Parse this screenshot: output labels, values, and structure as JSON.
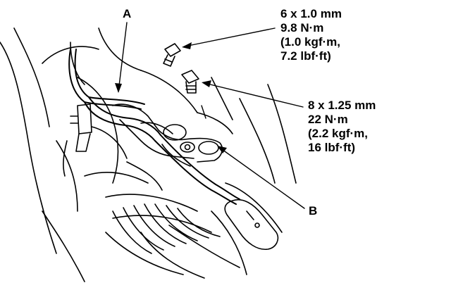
{
  "callouts": {
    "a": "A",
    "b": "B"
  },
  "specs": {
    "upper": {
      "size": "6 x 1.0 mm",
      "torque": "9.8 N·m",
      "kgf_line1": "(1.0 kgf·m,",
      "kgf_line2": "7.2 lbf·ft)"
    },
    "lower": {
      "size": "8 x 1.25 mm",
      "torque": "22 N·m",
      "kgf_line1": "(2.2 kgf·m,",
      "kgf_line2": "16 lbf·ft)"
    }
  },
  "colors": {
    "ink": "#000000",
    "paper": "#ffffff"
  }
}
